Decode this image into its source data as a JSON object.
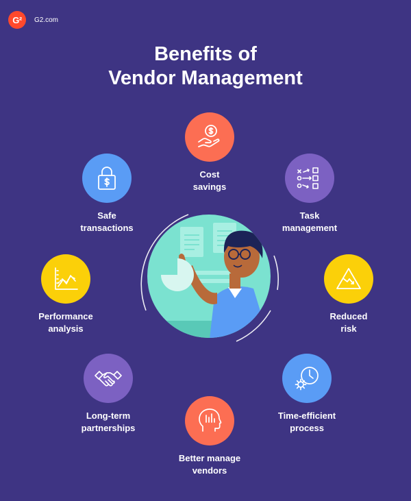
{
  "brand": {
    "logo_text": "G²",
    "site": "G2.com"
  },
  "title": {
    "line1": "Benefits of",
    "line2": "Vendor Management"
  },
  "benefits": [
    {
      "id": "cost",
      "label": "Cost\nsavings",
      "icon": "hand-coin-icon",
      "color": "#fc6e53"
    },
    {
      "id": "safe",
      "label": "Safe\ntransactions",
      "icon": "lock-dollar-icon",
      "color": "#5a9cf5"
    },
    {
      "id": "task",
      "label": "Task\nmanagement",
      "icon": "checklist-icon",
      "color": "#7c61c2"
    },
    {
      "id": "perf",
      "label": "Performance\nanalysis",
      "icon": "line-chart-icon",
      "color": "#fbd009"
    },
    {
      "id": "risk",
      "label": "Reduced\nrisk",
      "icon": "warning-triangle-icon",
      "color": "#fbd009"
    },
    {
      "id": "long",
      "label": "Long-term\npartnerships",
      "icon": "handshake-icon",
      "color": "#7c61c2"
    },
    {
      "id": "time",
      "label": "Time-efficient\nprocess",
      "icon": "clock-gear-icon",
      "color": "#5a9cf5"
    },
    {
      "id": "better",
      "label": "Better manage\nvendors",
      "icon": "head-chart-icon",
      "color": "#fc6e53"
    }
  ],
  "colors": {
    "background": "#3e3483",
    "red": "#fc6e53",
    "blue": "#5a9cf5",
    "purple": "#7c61c2",
    "yellow": "#fbd009",
    "brand": "#ff492c"
  }
}
